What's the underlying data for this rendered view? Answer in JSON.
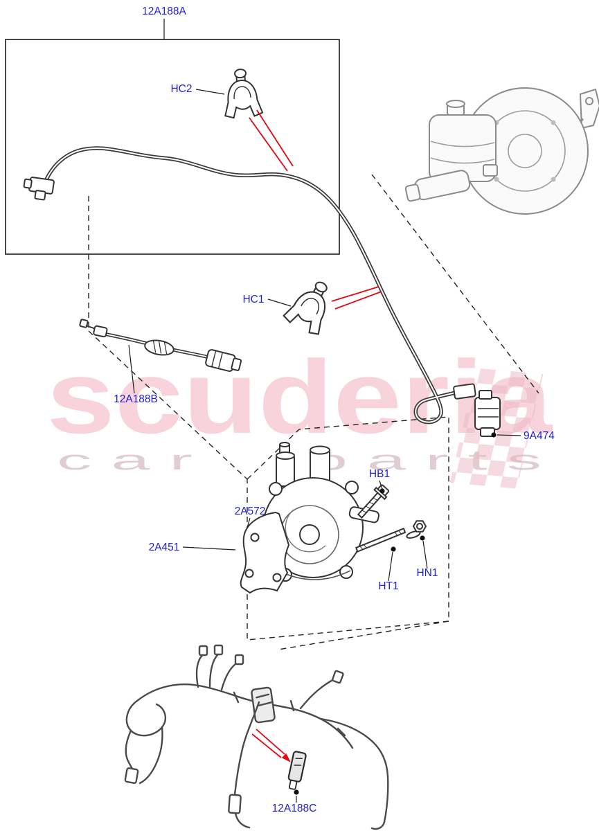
{
  "labels": {
    "part_12a188a": "12A188A",
    "clip_hc2": "HC2",
    "clip_hc1": "HC1",
    "part_12a188b": "12A188B",
    "part_9a474": "9A474",
    "bolt_hb1": "HB1",
    "gasket_2a572": "2A572",
    "pump_2a451": "2A451",
    "stud_ht1": "HT1",
    "nut_hn1": "HN1",
    "part_12a188c": "12A188C"
  },
  "watermark": {
    "brand": "scuderia",
    "tagline": "c a r      p a r t s",
    "brand_color": "#e03a5e",
    "tagline_color": "#bb919d",
    "checker_color": "#eab6c2"
  },
  "colors": {
    "label_blue": "#1f1fd3",
    "arrow_red": "#e30613",
    "line_dark": "#1a1a1a"
  }
}
